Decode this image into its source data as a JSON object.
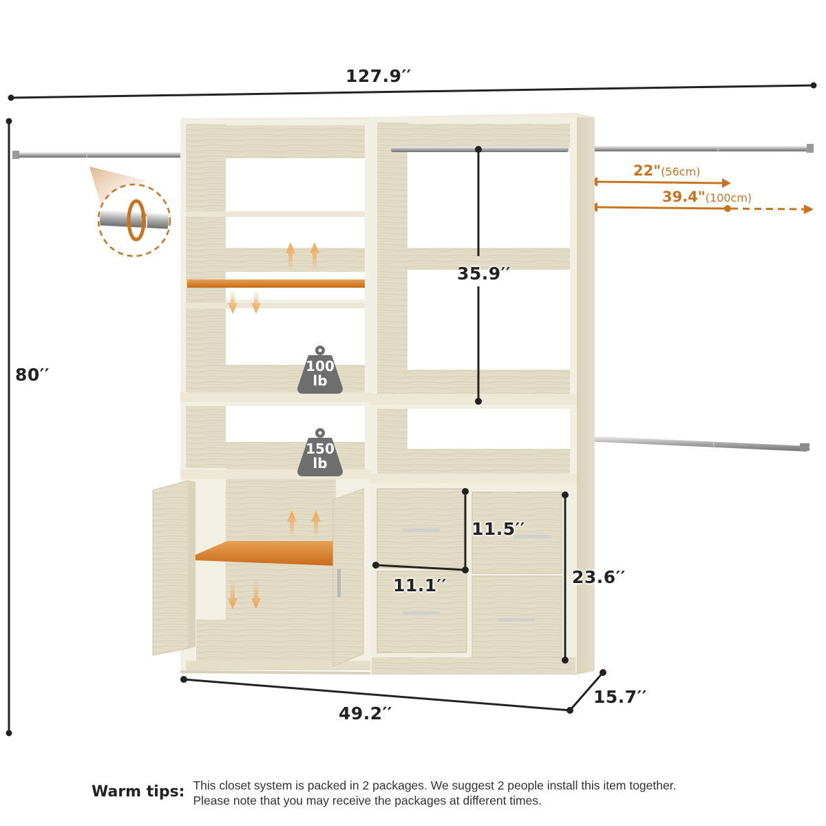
{
  "product": {
    "description": "Closet system with shelves, hanging rods, cabinet with doors, and 4 drawers",
    "wood_color": "#e6e1cd",
    "accent_color": "#d77a22",
    "weight_icon_color": "#6e6e6e"
  },
  "dimensions": {
    "total_width": "127.9′′",
    "height": "80′′",
    "base_width": "49.2′′",
    "depth": "15.7′′",
    "hanging_space": "35.9′′",
    "drawer_height": "11.5′′",
    "drawer_width": "11.1′′",
    "drawer_section_height": "23.6′′"
  },
  "rod_extension": {
    "min": {
      "value": "22\"",
      "metric": "(56cm)"
    },
    "max": {
      "value": "39.4\"",
      "metric": "(100cm)"
    }
  },
  "load_capacity": [
    {
      "value": "100",
      "unit": "lb"
    },
    {
      "value": "150",
      "unit": "lb"
    }
  ],
  "warm_tips": {
    "title": "Warm tips:",
    "lines": [
      "This closet system is packed in 2 packages. We suggest 2 people install this item together.",
      "Please note that you may receive the packages at different times."
    ]
  }
}
